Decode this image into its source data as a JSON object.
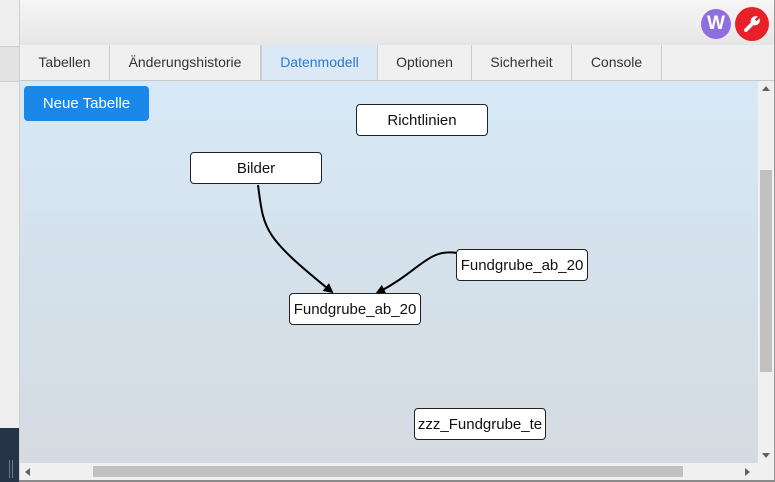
{
  "header": {
    "avatar_letter": "W",
    "avatar_color": "#8f6fe0",
    "tool_button_color": "#e8202a",
    "tool_icon": "wrench-icon"
  },
  "tabs": [
    {
      "label": "Tabellen",
      "active": false
    },
    {
      "label": "Änderungshistorie",
      "active": false
    },
    {
      "label": "Datenmodell",
      "active": true
    },
    {
      "label": "Optionen",
      "active": false
    },
    {
      "label": "Sicherheit",
      "active": false
    },
    {
      "label": "Console",
      "active": false
    }
  ],
  "canvas": {
    "new_table_label": "Neue Tabelle",
    "accent_color": "#1a88e8",
    "tables": [
      {
        "id": "richtlinien",
        "label": "Richtlinien"
      },
      {
        "id": "bilder",
        "label": "Bilder"
      },
      {
        "id": "fundgrube-right",
        "label": "Fundgrube_ab_20"
      },
      {
        "id": "fundgrube-center",
        "label": "Fundgrube_ab_20"
      },
      {
        "id": "zzz-fundgrube",
        "label": "zzz_Fundgrube_te"
      }
    ],
    "relations": [
      {
        "from": "bilder",
        "to": "fundgrube-center"
      },
      {
        "from": "fundgrube-right",
        "to": "fundgrube-center"
      }
    ]
  }
}
